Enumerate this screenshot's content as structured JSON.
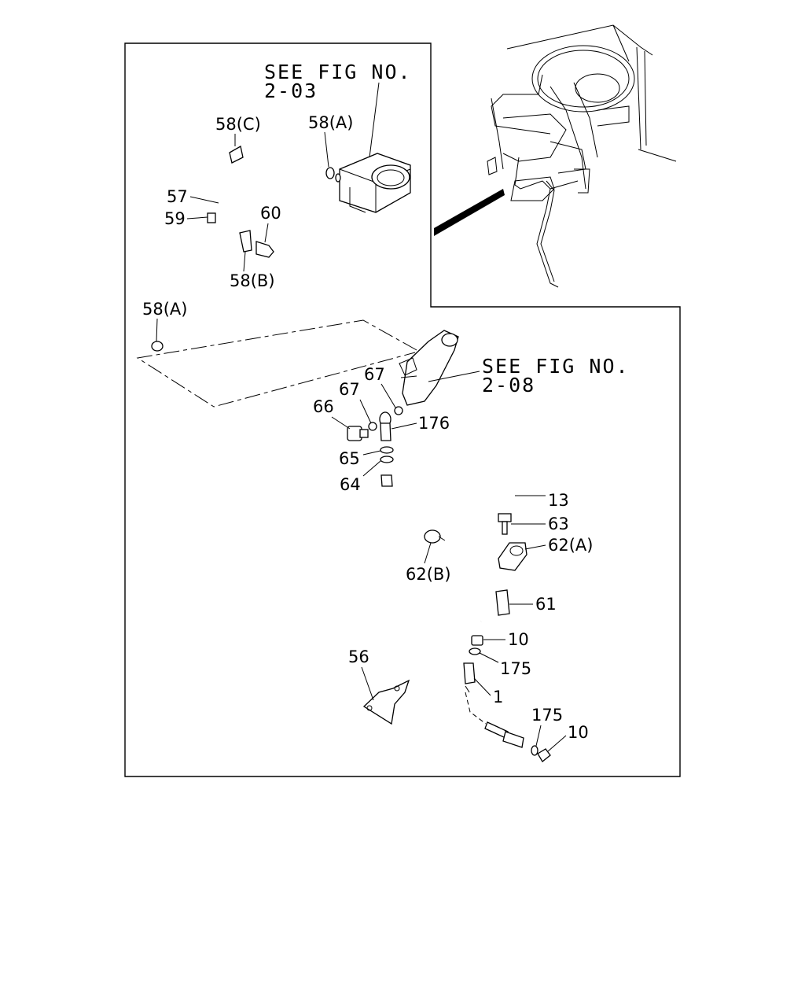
{
  "references": {
    "upper": {
      "line1": "SEE FIG NO.",
      "line2": "2-03"
    },
    "middle": {
      "line1": "SEE FIG NO.",
      "line2": "2-08"
    }
  },
  "callouts": {
    "c58c": "58(C)",
    "c58a_top": "58(A)",
    "c57": "57",
    "c59": "59",
    "c60": "60",
    "c58b": "58(B)",
    "c58a_bottom": "58(A)",
    "c67a": "67",
    "c67b": "67",
    "c66": "66",
    "c176": "176",
    "c65": "65",
    "c64": "64",
    "c13": "13",
    "c63": "63",
    "c62a": "62(A)",
    "c62b": "62(B)",
    "c61": "61",
    "c10a": "10",
    "c175a": "175",
    "c1": "1",
    "c56": "56",
    "c175b": "175",
    "c10b": "10"
  }
}
